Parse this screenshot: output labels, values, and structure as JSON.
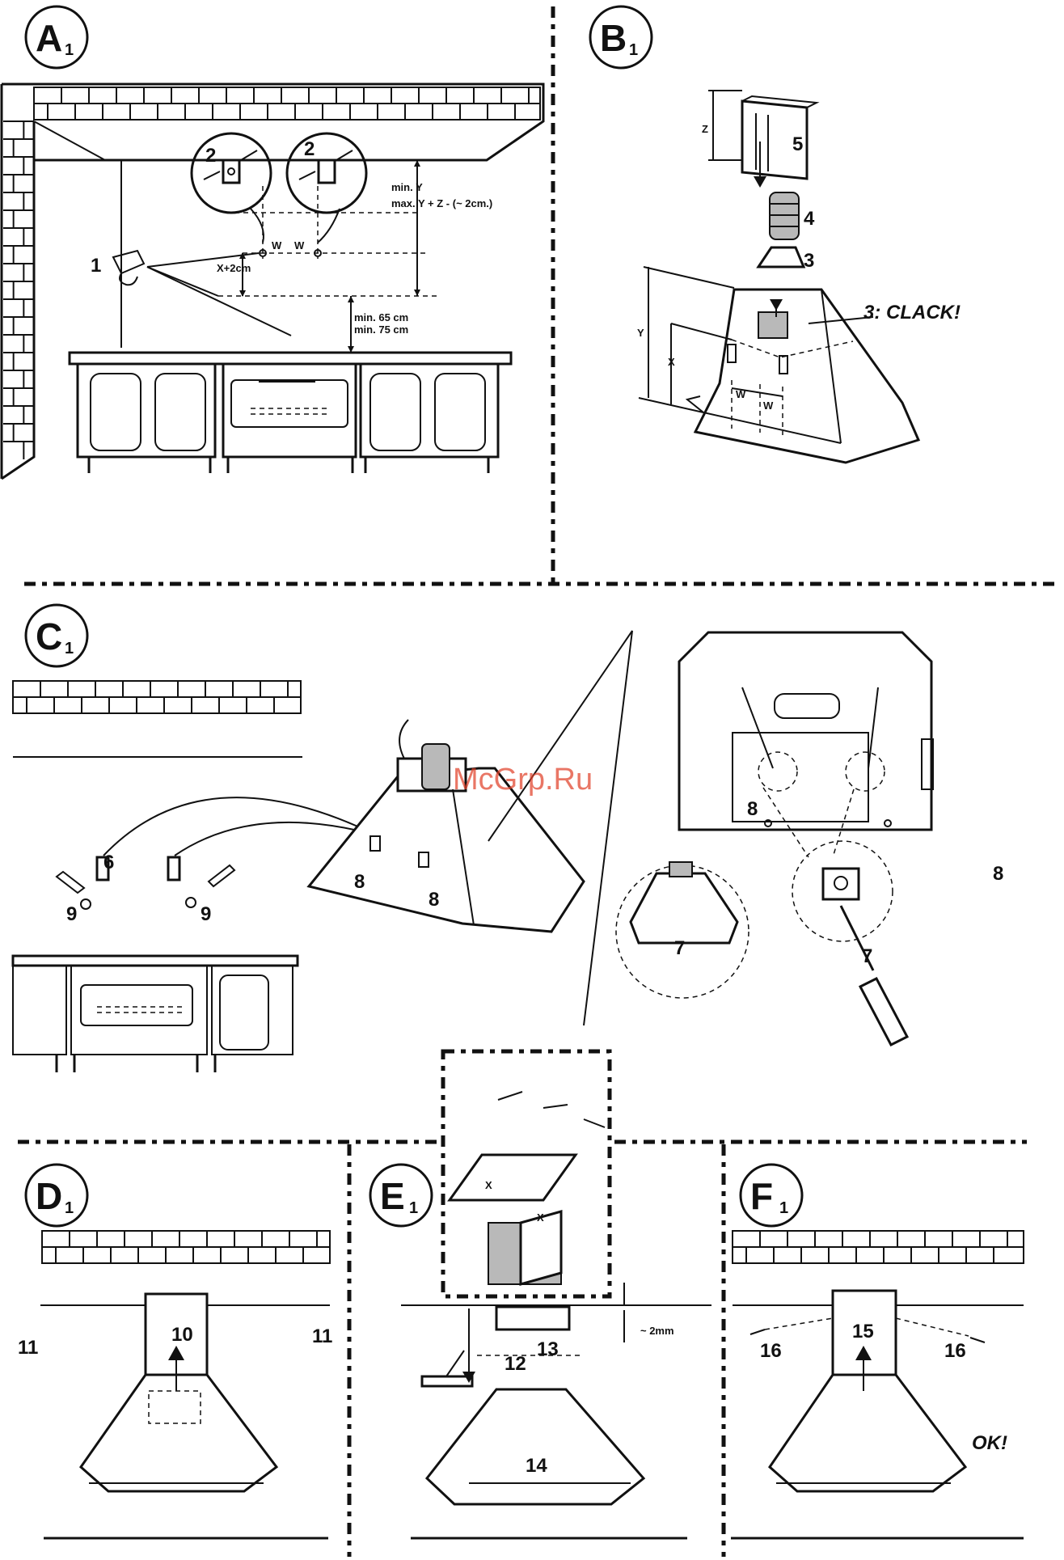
{
  "watermark": "McGrp.Ru",
  "panels": {
    "a": {
      "letter": "A",
      "sub": "1",
      "labels": {
        "item1": "1",
        "item2a": "2",
        "item2b": "2",
        "w1": "W",
        "w2": "W",
        "x2cm": "X+2cm",
        "miny": "min. Y",
        "maxy": "max. Y + Z - (~ 2cm.)",
        "min65": "min. 65 cm",
        "min75": "min. 75 cm"
      }
    },
    "b": {
      "letter": "B",
      "sub": "1",
      "labels": {
        "z": "Z",
        "y": "Y",
        "x": "X",
        "w1": "W",
        "w2": "W",
        "item5": "5",
        "item4": "4",
        "item3": "3",
        "clack": "3: CLACK!"
      }
    },
    "c": {
      "letter": "C",
      "sub": "1",
      "labels": {
        "item6": "6",
        "item9a": "9",
        "item9b": "9",
        "item8a": "8",
        "item8b": "8",
        "item8c": "8",
        "item8d": "8",
        "item7a": "7",
        "item7b": "7"
      }
    },
    "d": {
      "letter": "D",
      "sub": "1",
      "labels": {
        "item10": "10",
        "item11a": "11",
        "item11b": "11"
      }
    },
    "e": {
      "letter": "E",
      "sub": "1",
      "labels": {
        "x1": "X",
        "x2": "X",
        "item12": "12",
        "item13": "13",
        "item14": "14",
        "gap": "~ 2mm"
      }
    },
    "f": {
      "letter": "F",
      "sub": "1",
      "labels": {
        "item15": "15",
        "item16a": "16",
        "item16b": "16",
        "ok": "OK!"
      }
    }
  }
}
